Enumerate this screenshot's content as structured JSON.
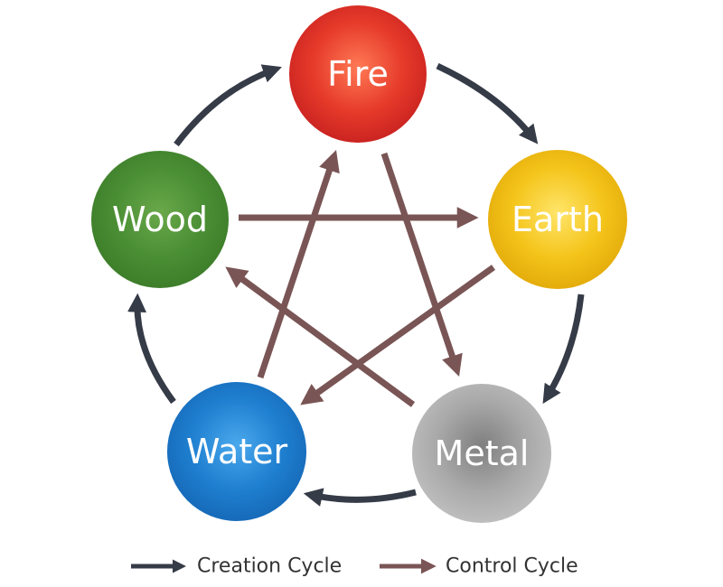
{
  "nodes": {
    "fire": {
      "label": "Fire"
    },
    "earth": {
      "label": "Earth"
    },
    "metal": {
      "label": "Metal"
    },
    "water": {
      "label": "Water"
    },
    "wood": {
      "label": "Wood"
    }
  },
  "legend": {
    "creation": "Creation Cycle",
    "control": "Control Cycle"
  },
  "colors": {
    "creation_arrow": "#353b47",
    "control_arrow": "#7a5555",
    "fire": "#e63a2a",
    "earth": "#f2c318",
    "metal": "#a9a9a9",
    "water": "#1f7fd0",
    "wood": "#4a8e34"
  }
}
